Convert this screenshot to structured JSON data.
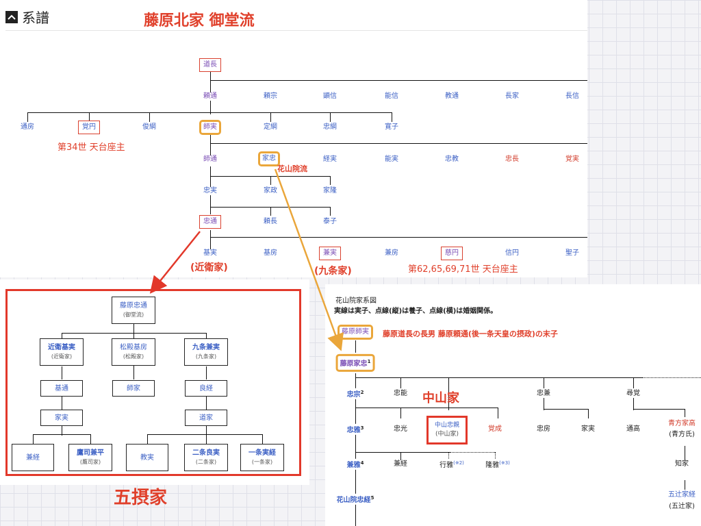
{
  "header": {
    "title": "系譜",
    "toggle_icon": "caret-up-icon"
  },
  "top_title": "藤原北家 御堂流",
  "top": {
    "michinaga": "道長",
    "gen2": [
      "頼通",
      "頼宗",
      "顕信",
      "能信",
      "教通",
      "長家",
      "長信"
    ],
    "gen3": [
      "通房",
      "覚円",
      "俊綱",
      "師実",
      "定綱",
      "忠綱",
      "寛子"
    ],
    "kakuen_note": "第34世 天台座主",
    "gen4": [
      "師通",
      "家忠",
      "経実",
      "能実",
      "忠教",
      "忠長",
      "覚実"
    ],
    "kazan_label": "花山院流",
    "gen5": [
      "忠実",
      "家政",
      "家隆"
    ],
    "gen6": [
      "忠通",
      "頼長",
      "泰子"
    ],
    "gen7": [
      "基実",
      "基房",
      "兼実",
      "兼房",
      "慈円",
      "信円",
      "聖子"
    ],
    "konoe_label": "(近衛家)",
    "kujo_label": "(九条家)",
    "jien_note": "第62,65,69,71世 天台座主"
  },
  "sekke": {
    "label": "五摂家",
    "tadamichi": {
      "name": "藤原忠通",
      "sub": "(御堂流)"
    },
    "row2": [
      {
        "name": "近衛基実",
        "sub": "(近衛家)"
      },
      {
        "name": "松殿基房",
        "sub": "(松殿家)"
      },
      {
        "name": "九条兼実",
        "sub": "(九条家)"
      }
    ],
    "row3": [
      "基通",
      "師家",
      "良経"
    ],
    "row4": [
      "家実",
      "道家"
    ],
    "row5": [
      {
        "name": "兼経",
        "sub": ""
      },
      {
        "name": "鷹司兼平",
        "sub": "(鷹司家)"
      },
      {
        "name": "教実",
        "sub": ""
      },
      {
        "name": "二条良実",
        "sub": "(二条家)"
      },
      {
        "name": "一条実経",
        "sub": "(一条家)"
      }
    ]
  },
  "kazan": {
    "title": "花山院家系図",
    "note": "実線は実子、点線(縦)は養子、点線(横)は婚姻関係。",
    "morozane": "藤原師実",
    "morozane_note": "藤原道長の長男 藤原頼通(後一条天皇の摂政)の末子",
    "ietada": "藤原家忠",
    "ietada_sup": "1",
    "nakayama_label": "中山家",
    "row1": [
      "忠宗",
      "2",
      "忠能",
      "忠兼",
      "尋覚"
    ],
    "row2": [
      "忠雅",
      "3",
      "忠光",
      "中山忠親",
      "(中山家)",
      "覚成",
      "忠房",
      "家実",
      "通高",
      "青方家高",
      "(青方氏)"
    ],
    "row3": [
      "兼雅",
      "4",
      "兼経",
      "行雅",
      "(※2)",
      "隆雅",
      "(※3)",
      "知家"
    ],
    "row4": [
      "花山院忠経",
      "5",
      "五辻家経",
      "(五辻家)"
    ]
  }
}
